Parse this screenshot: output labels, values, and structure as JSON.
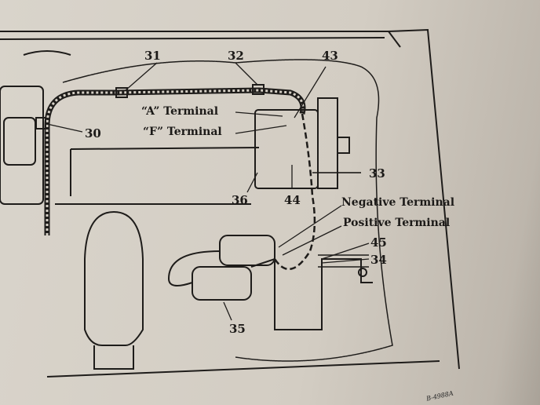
{
  "diagram": {
    "callouts": {
      "c31": "31",
      "c32": "32",
      "c43": "43",
      "c30": "30",
      "c36": "36",
      "c44": "44",
      "c33": "33",
      "c45": "45",
      "c34": "34",
      "c35": "35"
    },
    "terminals": {
      "a_terminal": "“A” Terminal",
      "f_terminal": "“F” Terminal",
      "negative_terminal": "Negative Terminal",
      "positive_terminal": "Positive Terminal"
    },
    "figure_code": "B-4988A"
  }
}
